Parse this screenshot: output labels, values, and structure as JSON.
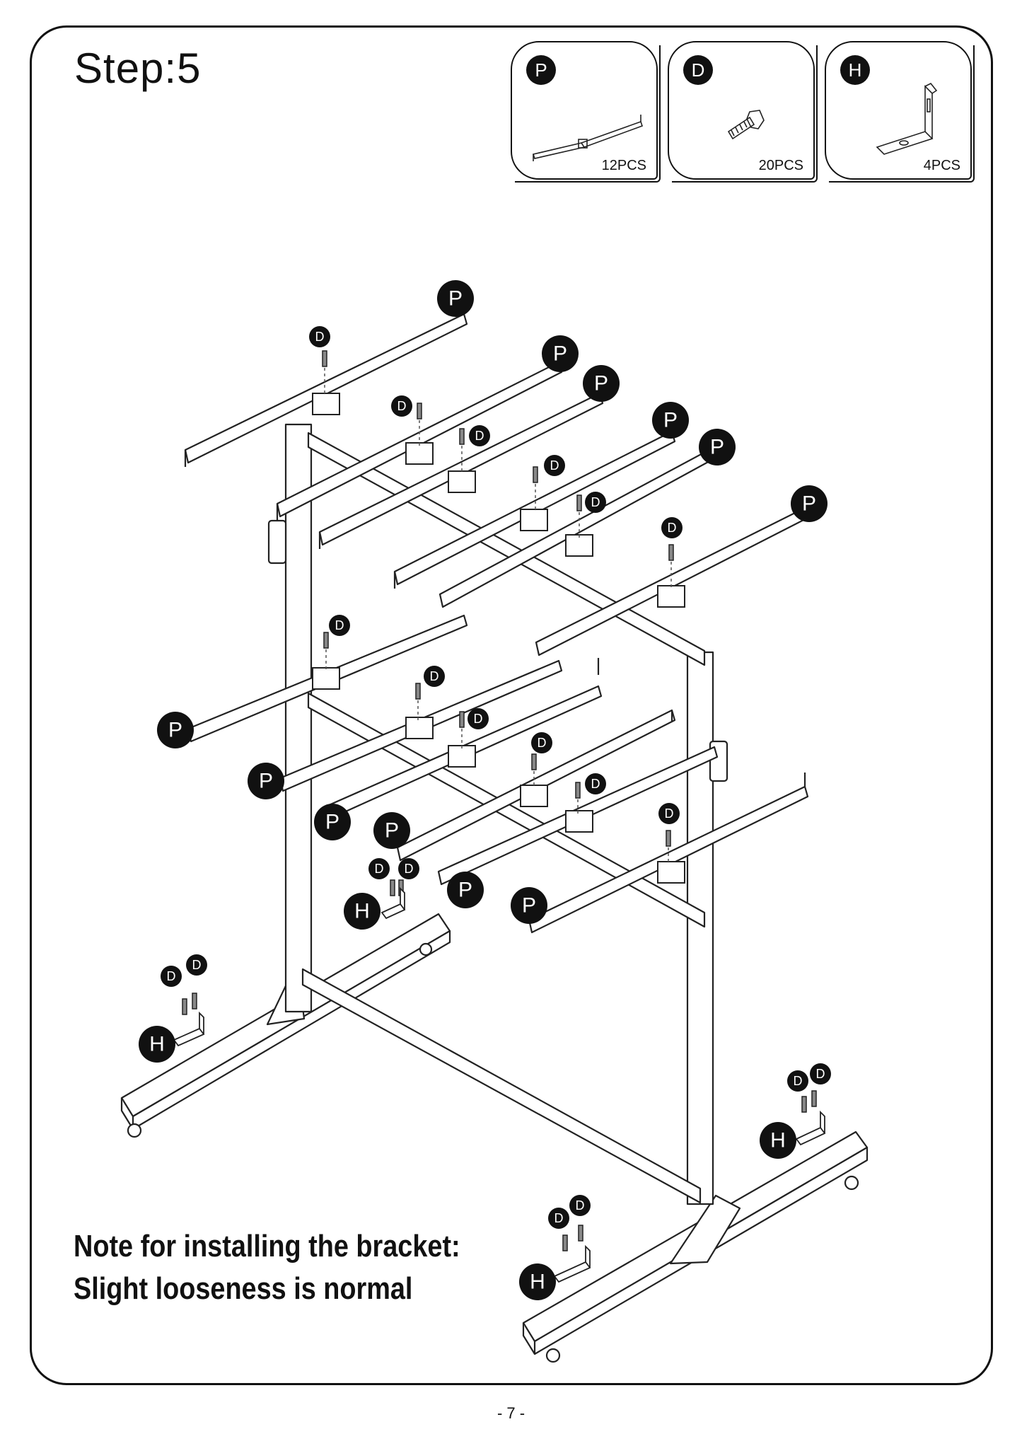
{
  "title": "Step:5",
  "parts": [
    {
      "letter": "P",
      "qty": "12PCS",
      "icon": "bracket-arm-icon"
    },
    {
      "letter": "D",
      "qty": "20PCS",
      "icon": "bolt-icon"
    },
    {
      "letter": "H",
      "qty": "4PCS",
      "icon": "l-bracket-icon"
    }
  ],
  "labels": {
    "p": "P",
    "d": "D",
    "h": "H"
  },
  "note": {
    "line1": "Note for installing the bracket:",
    "line2": "Slight looseness is normal"
  },
  "page_number": "- 7 -"
}
